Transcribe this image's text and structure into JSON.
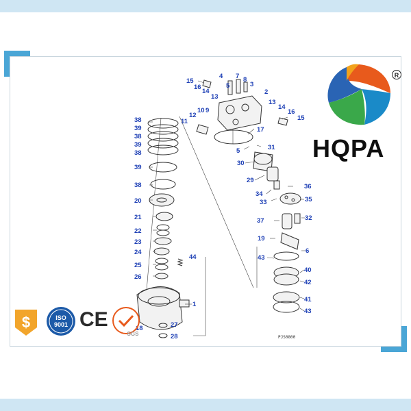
{
  "brand": {
    "name": "HQPA",
    "registered": "R",
    "colors": {
      "orange": "#e85a1c",
      "blue": "#1a8ac8",
      "green": "#3aa84a",
      "navy": "#2a64b4",
      "yellow": "#f2a21b"
    }
  },
  "callouts": [
    "15",
    "16",
    "14",
    "13",
    "4",
    "7",
    "8",
    "3",
    "5",
    "2",
    "13",
    "14",
    "16",
    "15",
    "9",
    "10",
    "12",
    "11",
    "17",
    "5",
    "31",
    "30",
    "29",
    "34",
    "33",
    "36",
    "35",
    "37",
    "32",
    "19",
    "6",
    "43",
    "40",
    "42",
    "41",
    "43",
    "38",
    "39",
    "38",
    "39",
    "38",
    "39",
    "38",
    "20",
    "21",
    "22",
    "23",
    "24",
    "25",
    "26",
    "44",
    "1",
    "27",
    "28",
    "18"
  ],
  "drawing_code": "PJS0800",
  "certifications": {
    "iso_top": "ISO",
    "iso_bottom": "9001",
    "ce": "CE",
    "sgs": "SGS"
  },
  "icons": [
    "dollar-badge-icon",
    "iso-9001-badge",
    "ce-mark",
    "sgs-badge"
  ],
  "accent_color": "#4aa6d6",
  "callout_color": "#1d3fb5"
}
